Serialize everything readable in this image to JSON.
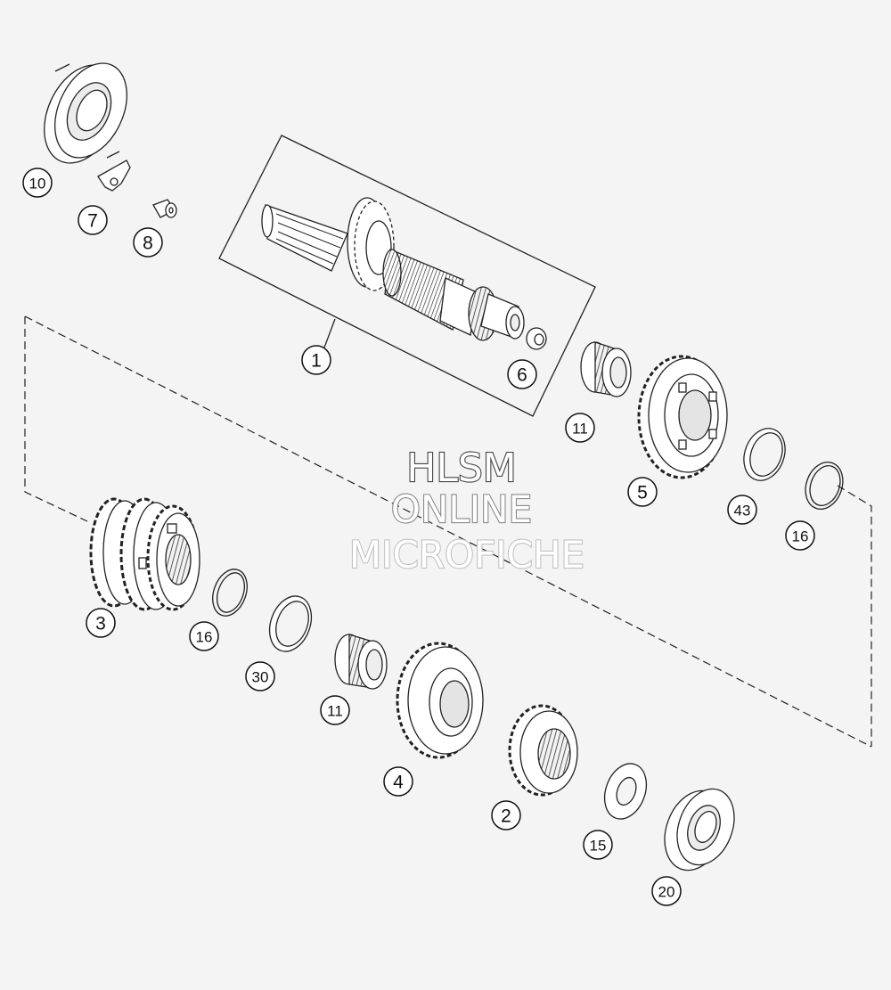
{
  "watermark": {
    "line1": "HLSM",
    "line2": "ONLINE",
    "line3": "MICROFICHE",
    "colors": {
      "line1": "#444444",
      "line2": "#8a8a8a",
      "line3": "#c2c2c2"
    }
  },
  "callouts": [
    {
      "id": "callout-10",
      "label": "10"
    },
    {
      "id": "callout-7",
      "label": "7"
    },
    {
      "id": "callout-8",
      "label": "8"
    },
    {
      "id": "callout-1",
      "label": "1"
    },
    {
      "id": "callout-6",
      "label": "6"
    },
    {
      "id": "callout-11a",
      "label": "11"
    },
    {
      "id": "callout-5",
      "label": "5"
    },
    {
      "id": "callout-43",
      "label": "43"
    },
    {
      "id": "callout-16a",
      "label": "16"
    },
    {
      "id": "callout-3",
      "label": "3"
    },
    {
      "id": "callout-16b",
      "label": "16"
    },
    {
      "id": "callout-30",
      "label": "30"
    },
    {
      "id": "callout-11b",
      "label": "11"
    },
    {
      "id": "callout-4",
      "label": "4"
    },
    {
      "id": "callout-2",
      "label": "2"
    },
    {
      "id": "callout-15",
      "label": "15"
    },
    {
      "id": "callout-20",
      "label": "20"
    }
  ],
  "colors": {
    "line": "#222222",
    "background": "#f4f4f4",
    "part_fill": "#ffffff",
    "shade": "#d6d6d6"
  }
}
